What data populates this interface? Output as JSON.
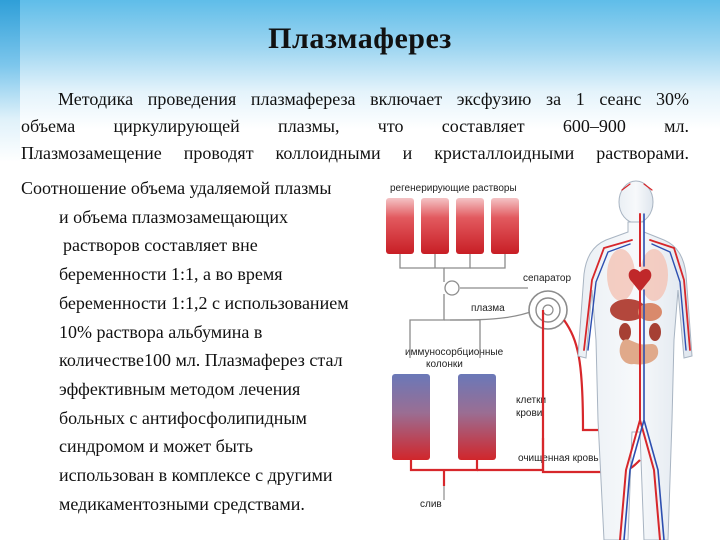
{
  "title": "Плазмаферез",
  "paragraph": {
    "line1": "Методика проведения плазмафереза включает эксфузию за 1 сеанс 30%",
    "line2": "объема циркулирующей плазмы, что составляет 600–900 мл.",
    "line3": "Плазмозамещение проводят коллоидными и кристаллоидными растворами."
  },
  "continuation": [
    "Соотношение объема удаляемой плазмы",
    "и объема плазмозамещающих",
    "растворов составляет вне",
    "беременности 1:1, а во время",
    "беременности 1:1,2 с использованием",
    "10% раствора альбумина в",
    "количестве100 мл. Плазмаферез стал",
    "эффективным методом лечения",
    "больных с антифосфолипидным",
    "синдромом и может быть",
    "использован в комплексе с другими",
    "медикаментозными средствами."
  ],
  "diagram": {
    "label_regen": "регенерирующие растворы",
    "label_separator": "сепаратор",
    "label_plasma": "плазма",
    "label_immuno_1": "иммуносорбционные",
    "label_immuno_2": "колонки",
    "label_cells_1": "клетки",
    "label_cells_2": "крови",
    "label_clean_blood": "очищенная кровь",
    "label_waste": "слив"
  },
  "colors": {
    "title": "#111111",
    "accent_blue": "#2f9fd8",
    "blood_red": "#d7272b",
    "vein_blue": "#2d4fb0"
  }
}
